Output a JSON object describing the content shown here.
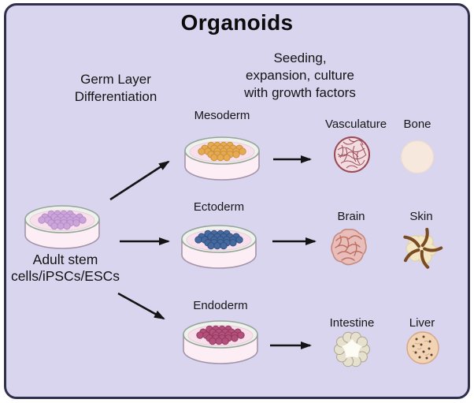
{
  "title": "Organoids",
  "colors": {
    "frame_bg": "#d9d5ef",
    "frame_border": "#30304c",
    "arrow": "#141414",
    "dish": {
      "rim": "#edf3ec",
      "rim_stroke": "#96a49a",
      "media": "#f8dfec",
      "media_stroke": "#e9cdd9",
      "body": "#fdeef5",
      "outline": "#a394a8"
    }
  },
  "headings": {
    "germ_layer_line1": "Germ Layer",
    "germ_layer_line2": "Differentiation",
    "seeding_line1": "Seeding,",
    "seeding_line2": "expansion, culture",
    "seeding_line3": "with growth factors"
  },
  "source": {
    "label_line1": "Adult stem",
    "label_line2": "cells/iPSCs/ESCs",
    "cell_color": "#cba5da",
    "cell_stroke": "#b289c6"
  },
  "dishes": [
    {
      "id": "mesoderm",
      "label": "Mesoderm",
      "cell_color": "#e6ab52",
      "cell_stroke": "#c78d38"
    },
    {
      "id": "ectoderm",
      "label": "Ectoderm",
      "cell_color": "#46699e",
      "cell_stroke": "#2f4f82"
    },
    {
      "id": "endoderm",
      "label": "Endoderm",
      "cell_color": "#b2517b",
      "cell_stroke": "#94375f"
    }
  ],
  "organoids": [
    {
      "id": "vasculature",
      "label": "Vasculature",
      "fill": "#f2dce0",
      "line": "#9a4a56"
    },
    {
      "id": "bone",
      "label": "Bone",
      "fill": "#f6e8dd",
      "line": "#eedcca"
    },
    {
      "id": "brain",
      "label": "Brain",
      "fill": "#e9bdb9",
      "line": "#bb7062"
    },
    {
      "id": "skin",
      "label": "Skin",
      "fill": "#f3e6c4",
      "line": "#7a4a20"
    },
    {
      "id": "intestine",
      "label": "Intestine",
      "fill": "#fdfcf4",
      "line": "#ada58c"
    },
    {
      "id": "liver",
      "label": "Liver",
      "fill": "#f2d4b4",
      "line": "#5a4234"
    }
  ]
}
